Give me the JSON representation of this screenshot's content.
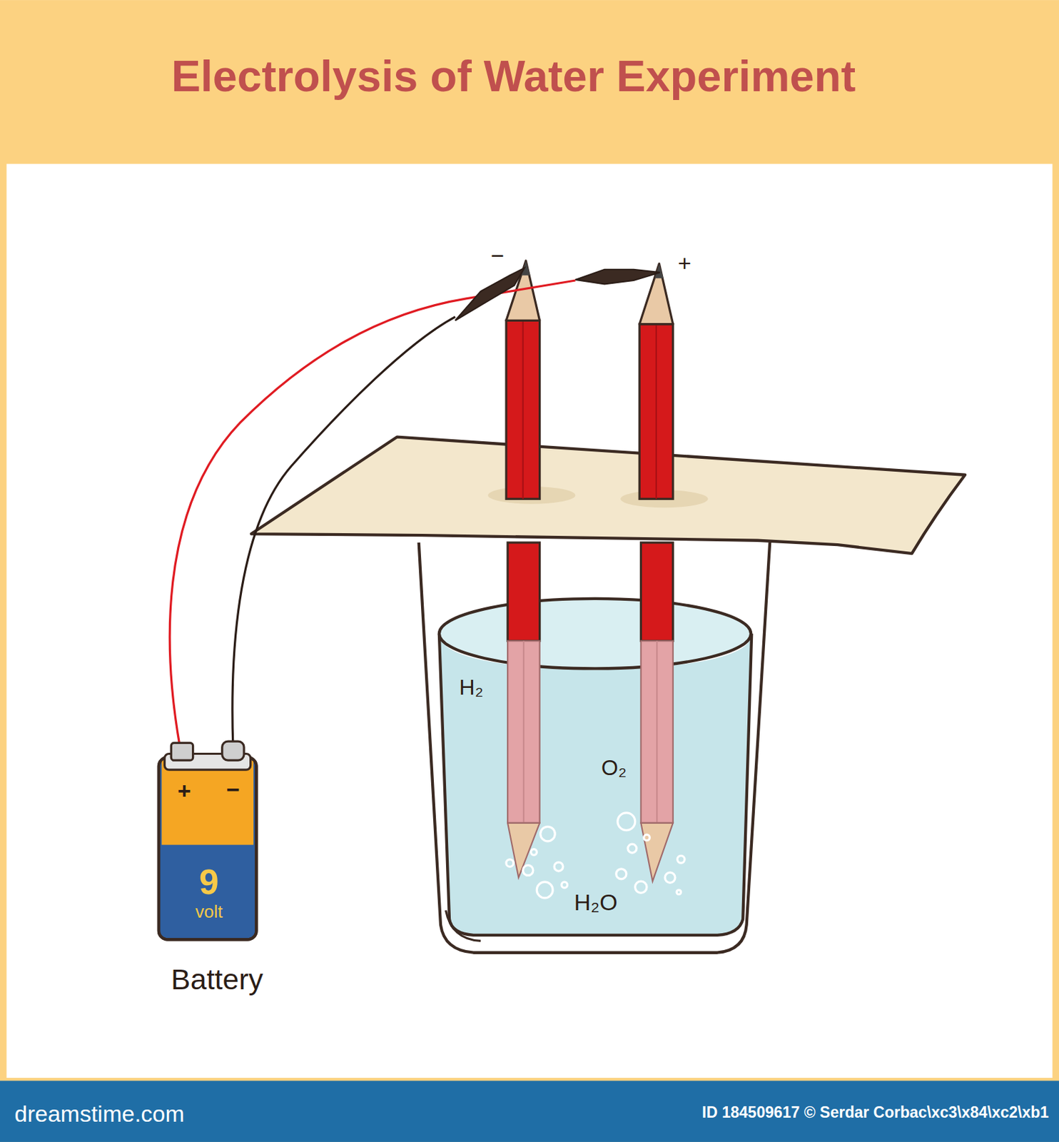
{
  "diagram": {
    "title": "Electrolysis of Water Experiment",
    "labels": [
      "−",
      "+",
      "H₂",
      "O₂",
      "H₂O",
      "+",
      "−",
      "9",
      "volt",
      "Battery",
      "dreamstime.com",
      "ID 184509617 © Serdar Corbac\\xc3\\x84\\xc2\\xb1"
    ]
  }
}
